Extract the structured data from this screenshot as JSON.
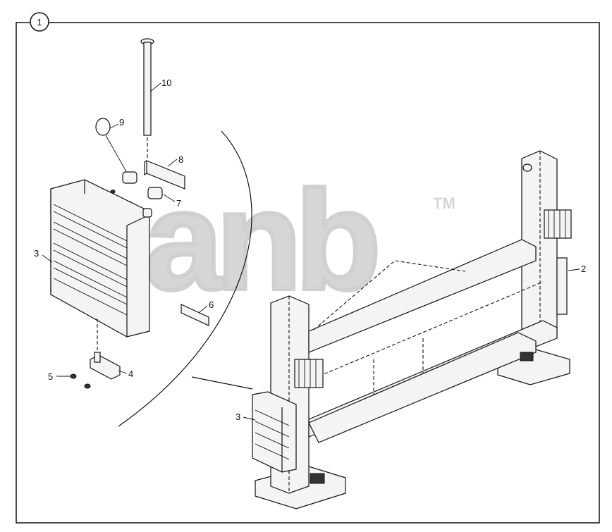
{
  "figure": {
    "number": "1",
    "watermark": "anb",
    "watermark_mark": "TM"
  },
  "callouts": [
    {
      "id": "c10",
      "text": "10"
    },
    {
      "id": "c9",
      "text": "9"
    },
    {
      "id": "c8",
      "text": "8"
    },
    {
      "id": "c7",
      "text": "7"
    },
    {
      "id": "c6",
      "text": "6"
    },
    {
      "id": "c5",
      "text": "5"
    },
    {
      "id": "c4",
      "text": "4"
    },
    {
      "id": "c3a",
      "text": "3"
    },
    {
      "id": "c3b",
      "text": "3"
    },
    {
      "id": "c2",
      "text": "2"
    }
  ]
}
